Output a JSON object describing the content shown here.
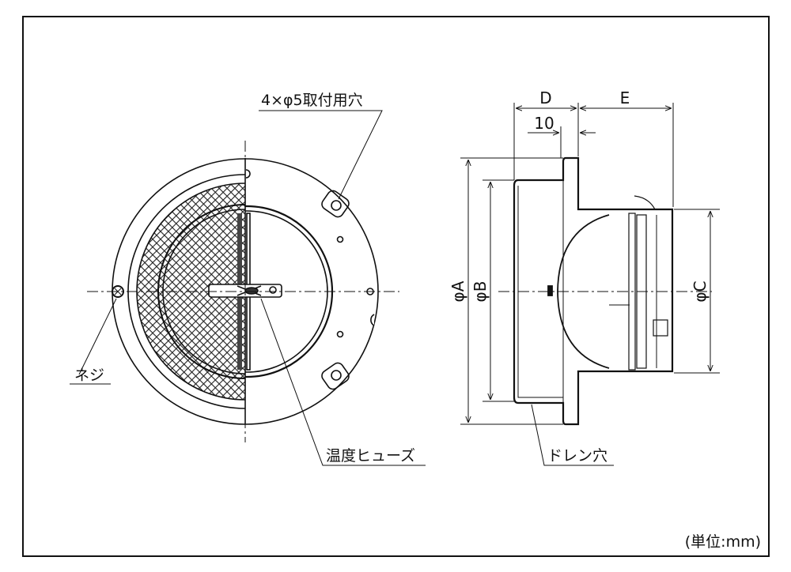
{
  "labels": {
    "mounting_holes": "4×φ5取付用穴",
    "screw": "ネジ",
    "thermal_fuse": "温度ヒューズ",
    "drain_hole": "ドレン穴",
    "unit": "(単位:mm)"
  },
  "dimensions": {
    "d": "D",
    "e": "E",
    "ten": "10",
    "phi_a": "φA",
    "phi_b": "φB",
    "phi_c": "φC"
  },
  "colors": {
    "line": "#111111",
    "background": "#ffffff"
  }
}
